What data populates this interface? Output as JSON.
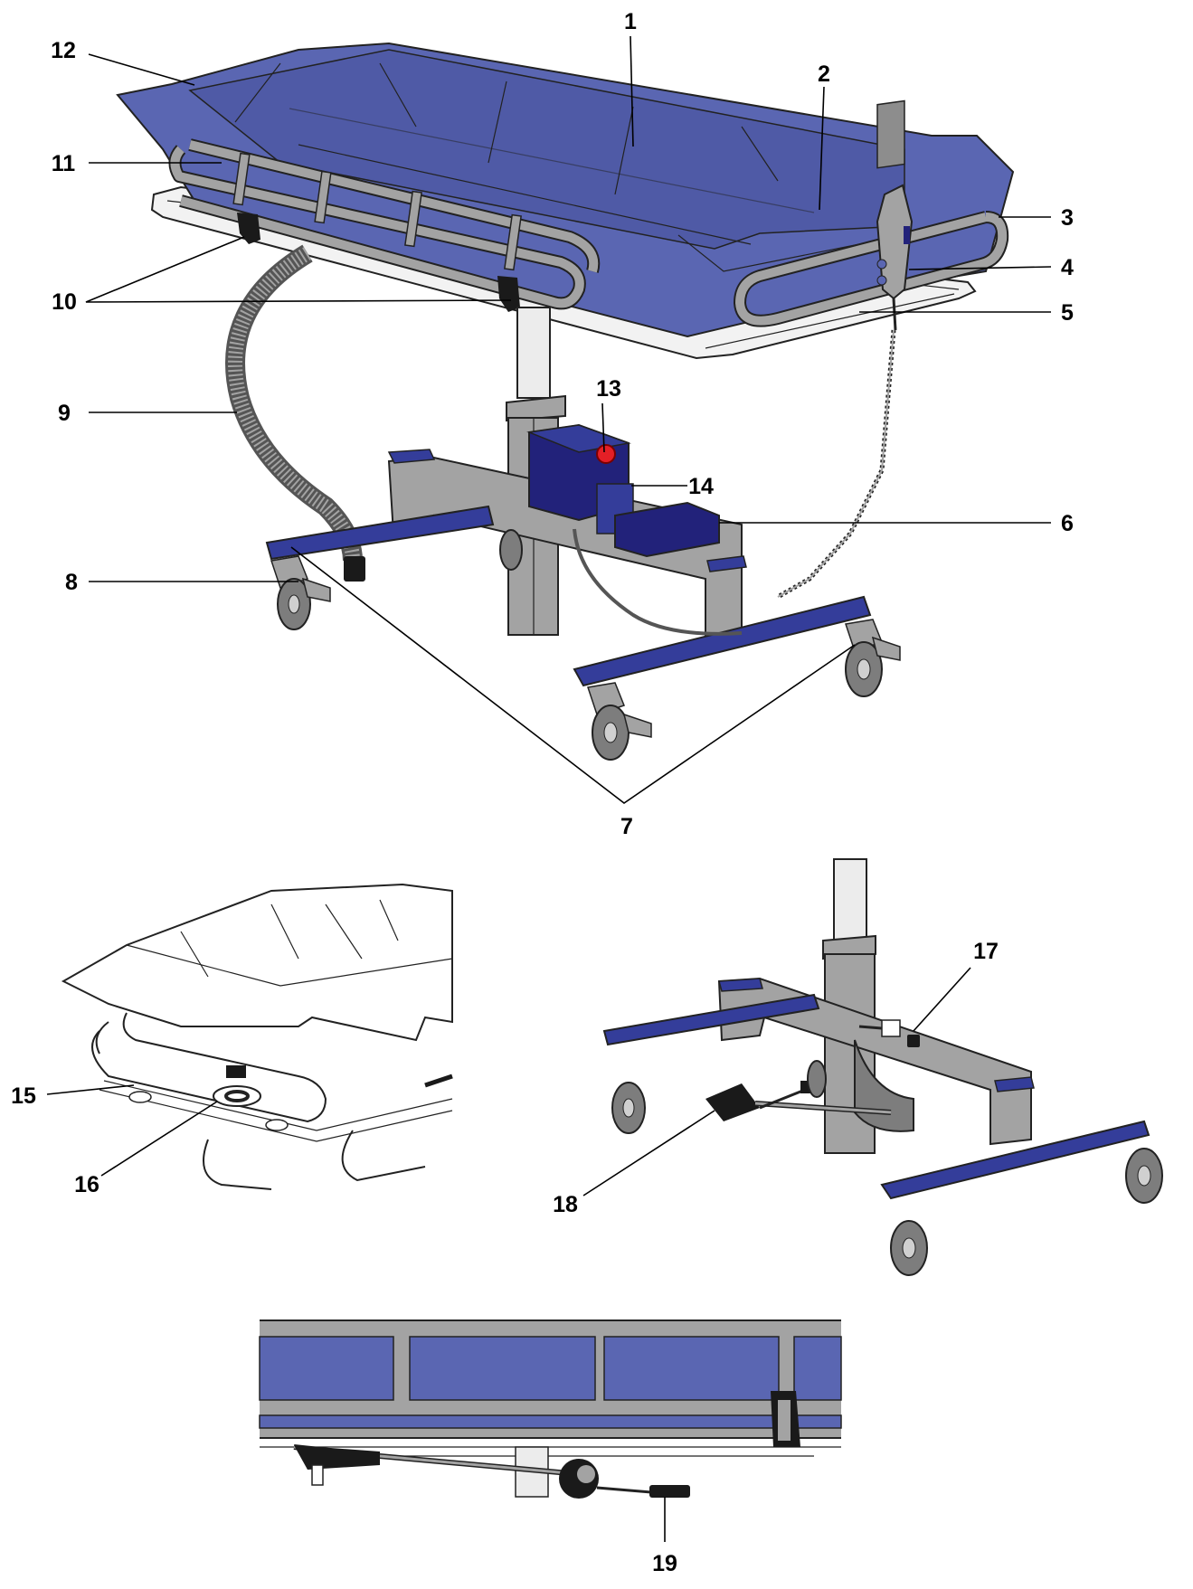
{
  "colors": {
    "mattress": "#5a66b2",
    "mattress_dark": "#4a559e",
    "frame_blue": "#343d9a",
    "motor_blue": "#22227a",
    "steel": "#a3a3a3",
    "steel_dark": "#7d7d7d",
    "white_frame": "#f2f2f2",
    "button_red": "#e41f26",
    "black": "#1a1a1a"
  },
  "icons": [
    "stretcher-overview",
    "headrest-detail",
    "base-brake-detail",
    "side-rail-detail"
  ],
  "callouts": [
    {
      "id": "c1",
      "text": "1"
    },
    {
      "id": "c2",
      "text": "2"
    },
    {
      "id": "c3",
      "text": "3"
    },
    {
      "id": "c4",
      "text": "4"
    },
    {
      "id": "c5",
      "text": "5"
    },
    {
      "id": "c6",
      "text": "6"
    },
    {
      "id": "c7",
      "text": "7"
    },
    {
      "id": "c8",
      "text": "8"
    },
    {
      "id": "c9",
      "text": "9"
    },
    {
      "id": "c10",
      "text": "10"
    },
    {
      "id": "c11",
      "text": "11"
    },
    {
      "id": "c12",
      "text": "12"
    },
    {
      "id": "c13",
      "text": "13"
    },
    {
      "id": "c14",
      "text": "14"
    },
    {
      "id": "c15",
      "text": "15"
    },
    {
      "id": "c16",
      "text": "16"
    },
    {
      "id": "c17",
      "text": "17"
    },
    {
      "id": "c18",
      "text": "18"
    },
    {
      "id": "c19",
      "text": "19"
    }
  ]
}
